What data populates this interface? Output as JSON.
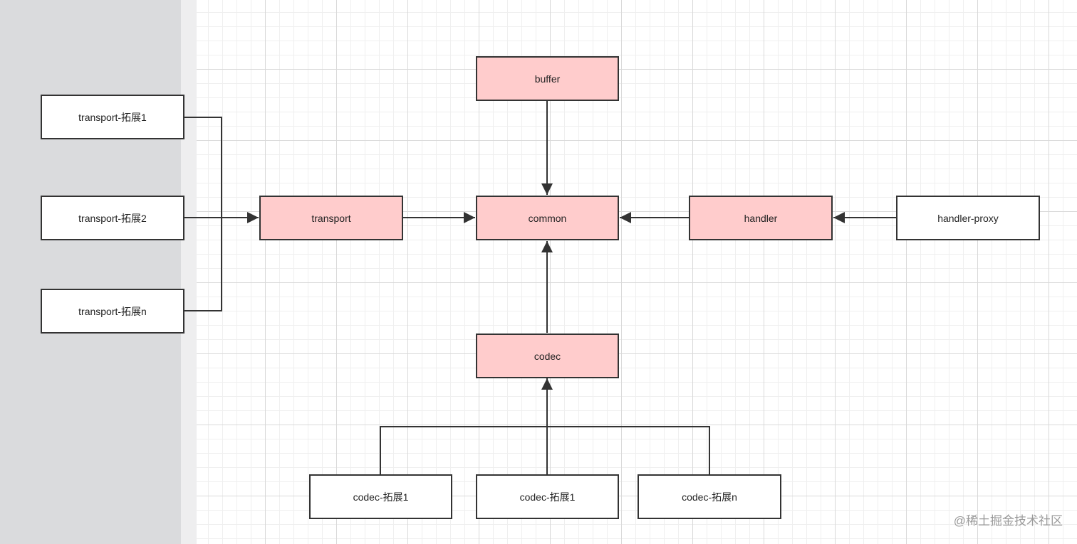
{
  "diagram": {
    "nodes": {
      "buffer": "buffer",
      "transport": "transport",
      "common": "common",
      "handler": "handler",
      "handler_proxy": "handler-proxy",
      "codec": "codec",
      "transport_ext_1": "transport-拓展1",
      "transport_ext_2": "transport-拓展2",
      "transport_ext_n": "transport-拓展n",
      "codec_ext_a": "codec-拓展1",
      "codec_ext_b": "codec-拓展1",
      "codec_ext_n": "codec-拓展n"
    },
    "colors": {
      "core_fill": "#ffcccc",
      "extension_fill": "#ffffff",
      "stroke": "#333333"
    }
  },
  "watermark": "@稀土掘金技术社区"
}
